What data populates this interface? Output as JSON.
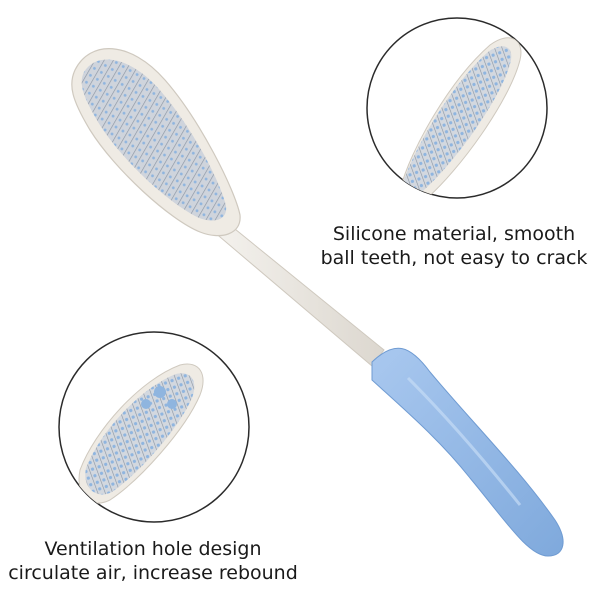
{
  "product": {
    "name": "long-handled hair brush",
    "colors": {
      "handle": "#ece8e1",
      "grip": "#8fb7e6",
      "bristle_pad": "#c9ced6",
      "bristle_tips": "#8fb5df",
      "circle_stroke": "#2b2b2b"
    }
  },
  "callouts": [
    {
      "id": "silicone",
      "lines": [
        "Silicone material, smooth",
        "ball teeth, not easy to crack"
      ]
    },
    {
      "id": "ventilation",
      "lines": [
        "Ventilation hole design",
        "circulate air, increase rebound"
      ]
    }
  ]
}
